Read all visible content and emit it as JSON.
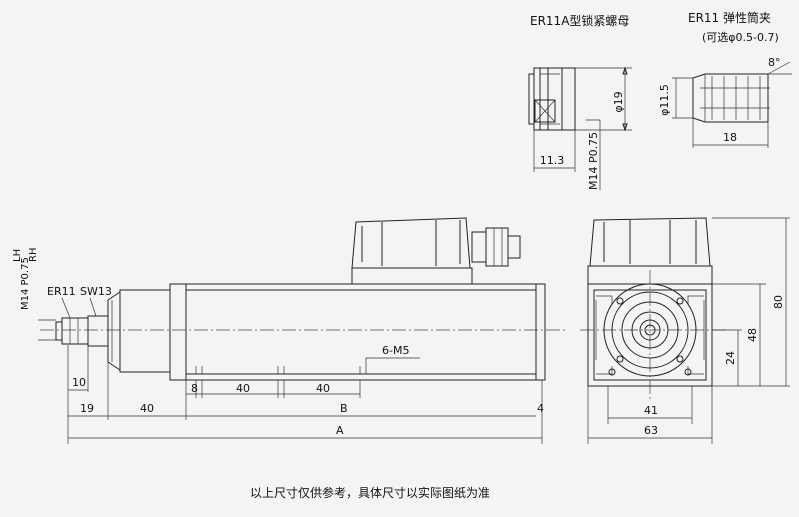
{
  "callouts": {
    "nut": "ER11A型锁紧螺母",
    "collet_title": "ER11  弹性筒夹",
    "collet_option": "(可选φ0.5-0.7)"
  },
  "nut_dims": {
    "dia": "φ19",
    "length": "11.3",
    "thread": "M14 P0.75"
  },
  "collet_dims": {
    "dia": "φ11.5",
    "length": "18",
    "angle": "8°"
  },
  "side_labels": {
    "thread": "M14 P0.75",
    "lh": "LH",
    "rh": "RH",
    "er": "ER11",
    "sw": "SW13",
    "holes": "6-M5"
  },
  "side_dims": {
    "d10": "10",
    "d19": "19",
    "d40": "40",
    "b": "B",
    "d4": "4",
    "a": "A",
    "d8": "8",
    "d40a": "40",
    "d40b": "40"
  },
  "front_dims": {
    "d41": "41",
    "d63": "63",
    "d24": "24",
    "d48": "48",
    "d80": "80"
  },
  "footer": "以上尺寸仅供参考，具体尺寸以实际图纸为准"
}
